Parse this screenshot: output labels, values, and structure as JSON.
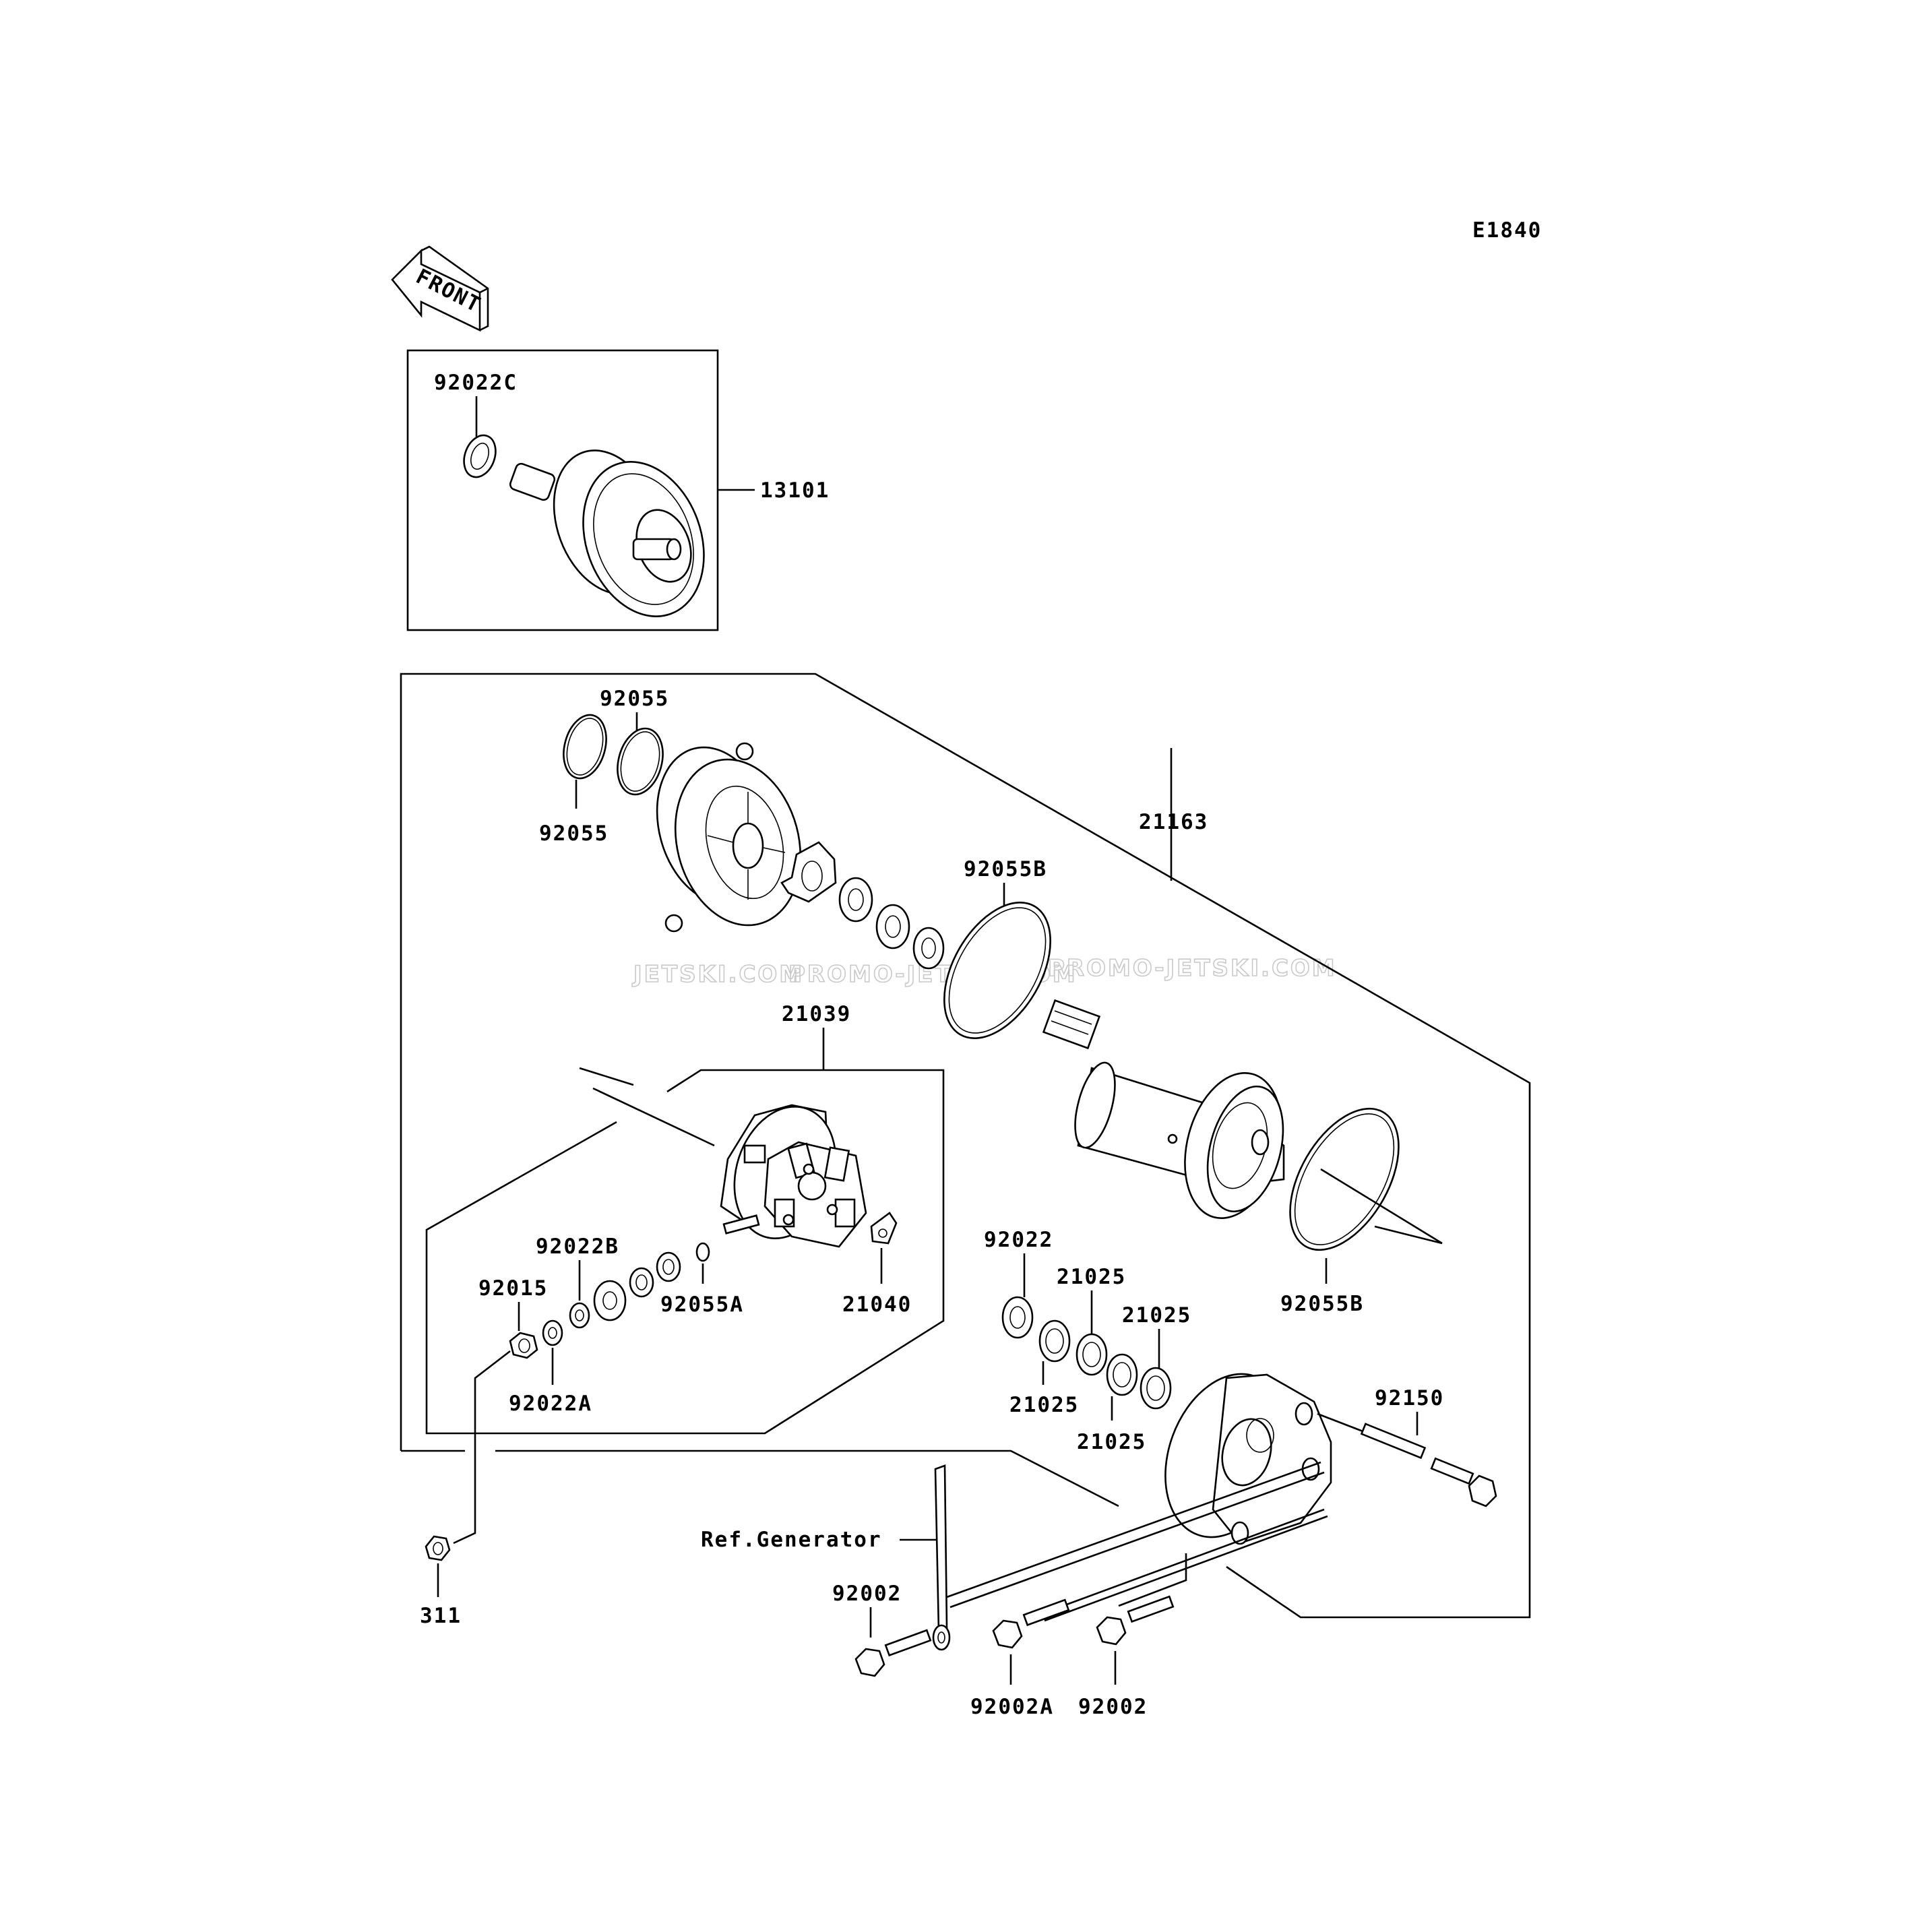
{
  "diagram_code": "E1840",
  "front_arrow": {
    "text": "FRONT"
  },
  "watermark": [
    "JETSKI.COM",
    "PROMO-JETSKI.COM",
    "PROMO-JETSKI.COM"
  ],
  "labels": {
    "p92022C": "92022C",
    "p13101": "13101",
    "p92055_top": "92055",
    "p92055_bot": "92055",
    "p21163": "21163",
    "p92055B_top": "92055B",
    "p21039": "21039",
    "p92022B": "92022B",
    "p92015": "92015",
    "p92055A": "92055A",
    "p21040": "21040",
    "p92022A": "92022A",
    "p92022": "92022",
    "p21025_a": "21025",
    "p21025_b": "21025",
    "p21025_c": "21025",
    "p21025_d": "21025",
    "p92055B_bot": "92055B",
    "p92150": "92150",
    "ref_generator": "Ref.Generator",
    "p92002_left": "92002",
    "p92002A": "92002A",
    "p92002_right": "92002",
    "p311": "311"
  }
}
